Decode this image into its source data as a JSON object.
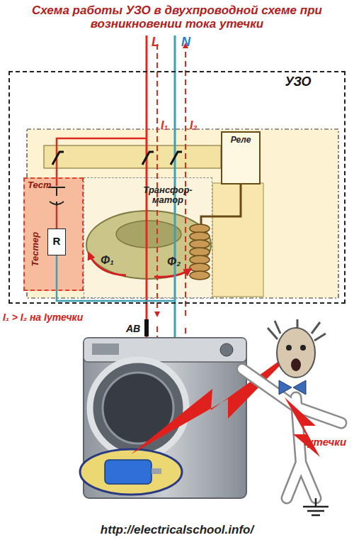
{
  "diagram": {
    "title": "Схема работы УЗО в двухпроводной схеме при возникновении тока утечки",
    "caption": "http://electricalschool.info/",
    "nodes": [
      {
        "text": [
          "УЗО"
        ]
      },
      {
        "text": [
          "Реле"
        ],
        "in": 0
      },
      {
        "text": [
          "Тест",
          "Тестер"
        ],
        "in": 0
      },
      {
        "text": [
          "R"
        ],
        "in": 2
      },
      {
        "text": [
          "Трансфор- матор"
        ],
        "in": 0
      }
    ],
    "edges": [
      {
        "from": 4,
        "to": 1,
        "arrow": "none"
      }
    ],
    "labels": [
      "L",
      "N",
      "I₁",
      "I₂",
      "Φ₁",
      "Φ₂",
      "I₁ > I₂ на Iутечки",
      "АВ",
      "Iутечки"
    ]
  }
}
